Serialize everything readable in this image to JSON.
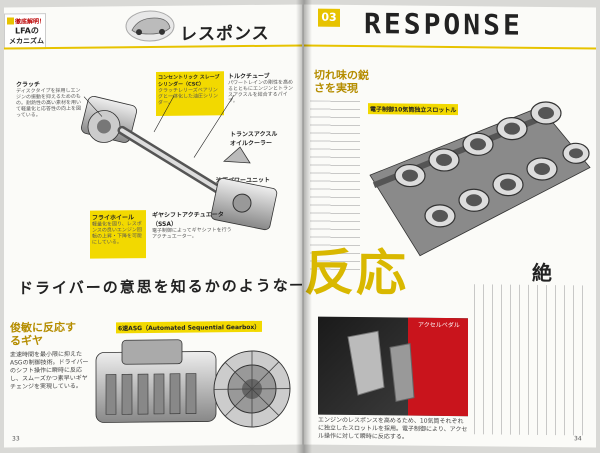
{
  "left_page": {
    "feature_tag": {
      "line1": "徹底解明！",
      "line2": "LFAの",
      "line3": "メカニズム"
    },
    "section_title": "レスポンス",
    "callouts": [
      {
        "title": "クラッチ",
        "text": "ディスクタイプを採用しエンジンの振動を抑えるためのもの。耐熱性の高い素材を用いて軽量化と応答性の向上を図っている。"
      },
      {
        "title": "コンセントリック スレーブシリンダー（CSC）",
        "text": "クラッチレリーズベアリングと一体化した油圧シリンダー。"
      },
      {
        "title": "トルクチューブ",
        "text": "パワートレインの剛性を高めるとともにエンジンとトランスアクスルを結合するパイプ。"
      },
      {
        "title": "トランスアクスル",
        "text": "オイルクーラー"
      },
      {
        "title": "油圧パワーユニット",
        "text": ""
      },
      {
        "title": "フライホイール",
        "text": "軽量化を図り、レスポンスの良いエンジン回転の上昇・下降を可能にしている。"
      },
      {
        "title": "ギヤシフトアクチュエータ（SSA）",
        "text": "電子制御によってギヤシフトを行うアクチュエーター。"
      }
    ],
    "headline": "ドライバーの意思を知るかのような一瞬の",
    "subhead": "俊敏に反応するギヤ",
    "gearbox_label": "6速ASG（Automated Sequential Gearbox）",
    "body": "変速時間を最小限に抑えたASGの制御技術。ドライバーのシフト操作に瞬時に反応し、スムーズかつ素早いギヤチェンジを実現している。",
    "page_number": "33"
  },
  "right_page": {
    "section_number": "03",
    "title": "RESPONSE",
    "headline": "切れ味の鋭さを実現",
    "throttle_label": "電子制御10気筒独立スロットル",
    "big_kanji": "反応",
    "pedal_label": "アクセルペダル",
    "vertical_initial": "絶",
    "body": "エンジンのレスポンスを高めるため、10気筒それぞれに独立したスロットルを採用。電子制御により、アクセル操作に対して瞬時に反応する。",
    "page_number": "34"
  },
  "colors": {
    "accent_yellow": "#f2d900",
    "ink": "#222222",
    "paper": "#fbfbf8"
  }
}
